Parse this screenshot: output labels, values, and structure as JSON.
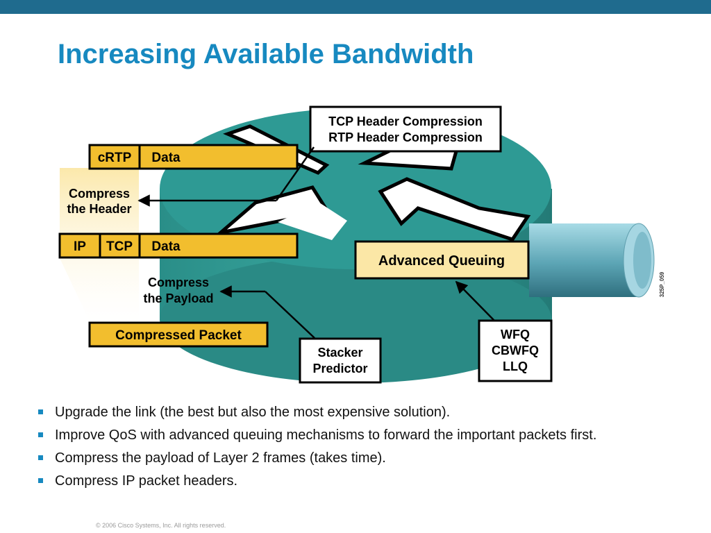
{
  "slide": {
    "title": "Increasing Available Bandwidth",
    "copyright": "© 2006 Cisco Systems, Inc. All rights reserved."
  },
  "diagram": {
    "header_box": [
      "TCP Header Compression",
      "RTP Header Compression"
    ],
    "crtp_packet": {
      "field1": "cRTP",
      "field2": "Data"
    },
    "compress_header_label": [
      "Compress",
      "the Header"
    ],
    "ip_packet": {
      "field1": "IP",
      "field2": "TCP",
      "field3": "Data"
    },
    "compress_payload_label": [
      "Compress",
      "the Payload"
    ],
    "compressed_packet": "Compressed Packet",
    "advanced_queuing": "Advanced Queuing",
    "payload_algorithms": [
      "Stacker",
      "Predictor"
    ],
    "queuing_methods": [
      "WFQ",
      "CBWFQ",
      "LLQ"
    ],
    "figure_id": "325P_059"
  },
  "bullets": [
    "Upgrade the link (the best but also the most expensive solution).",
    "Improve QoS with advanced queuing mechanisms to forward the important packets first.",
    "Compress the payload of Layer 2 frames (takes time).",
    "Compress IP packet headers."
  ],
  "colors": {
    "title": "#1789c0",
    "top_bar": "#1f6b8e",
    "router_top": "#2e9a94",
    "router_side": "#2a8a85",
    "packet_fill": "#f2be2e",
    "label_fill": "#fbe7a6"
  }
}
